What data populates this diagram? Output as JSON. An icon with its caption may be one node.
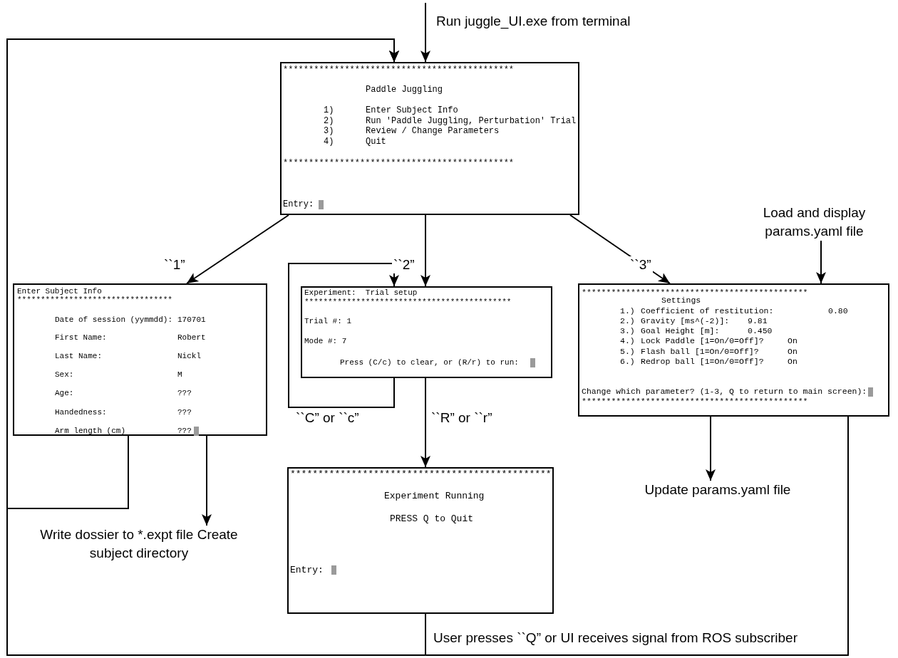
{
  "diagram": {
    "nodes": [
      {
        "text": [
          "*********************************************",
          "Paddle Juggling",
          "1)",
          "Enter Subject Info",
          "2)",
          "Run 'Paddle Juggling, Perturbation' Trial",
          "3)",
          "Review / Change Parameters",
          "4)",
          "Quit",
          "*********************************************",
          "Entry:"
        ]
      },
      {
        "text": [
          "Enter Subject Info",
          "*********************************",
          "Date of session (yymmdd):",
          "170701",
          "First Name:",
          "Robert",
          "Last Name:",
          "Nickl",
          "Sex:",
          "M",
          "Age:",
          "???",
          "Handedness:",
          "???",
          "Arm length (cm)",
          "???"
        ]
      },
      {
        "text": [
          "Experiment:  Trial setup",
          "********************************************",
          "Trial #: 1",
          "Mode #: 7",
          "Press (C/c) to clear, or (R/r) to run:"
        ]
      },
      {
        "text": [
          "**********************************************",
          "Settings",
          "1.)",
          "Coefficient of restitution:",
          "0.80",
          "2.)",
          "Gravity [ms^(-2)]:",
          "9.81",
          "3.)",
          "Goal Height [m]:",
          "0.450",
          "4.)",
          "Lock Paddle [1=On/0=Off]?",
          "On",
          "5.)",
          "Flash ball [1=On/0=Off]?",
          "On",
          "6.)",
          "Redrop ball [1=On/0=Off]?",
          "On",
          "Change which parameter? (1-3, Q to return to main screen):",
          "**********************************************"
        ]
      },
      {
        "text": [
          "***********************************************",
          "Experiment Running",
          "PRESS Q to Quit",
          "Entry:"
        ]
      },
      {
        "text": [
          "Write dossier to *.expt file Create subject directory"
        ]
      },
      {
        "text": [
          "Load and display params.yaml file"
        ]
      },
      {
        "text": [
          "Update params.yaml file"
        ]
      }
    ],
    "edges": [
      {
        "from": null,
        "to": 0,
        "arrow": "to",
        "label": "Run juggle_UI.exe from terminal"
      },
      {
        "from": 0,
        "to": 1,
        "arrow": "to",
        "label": "``1”"
      },
      {
        "from": 0,
        "to": 2,
        "arrow": "to",
        "label": "``2”"
      },
      {
        "from": 0,
        "to": 3,
        "arrow": "to",
        "label": "``3”"
      },
      {
        "from": 2,
        "to": 2,
        "arrow": "to",
        "label": "``C” or ``c”"
      },
      {
        "from": 2,
        "to": 4,
        "arrow": "to",
        "label": "``R” or ``r”"
      },
      {
        "from": 1,
        "to": 5,
        "arrow": "to"
      },
      {
        "from": 1,
        "to": 0,
        "arrow": "to"
      },
      {
        "from": 4,
        "to": 0,
        "arrow": "to",
        "label": "User presses ``Q” or UI receives signal from ROS subscriber"
      },
      {
        "from": 3,
        "to": 0,
        "arrow": "to"
      },
      {
        "from": 6,
        "to": 3,
        "arrow": "to"
      },
      {
        "from": 3,
        "to": 7,
        "arrow": "to"
      }
    ]
  }
}
